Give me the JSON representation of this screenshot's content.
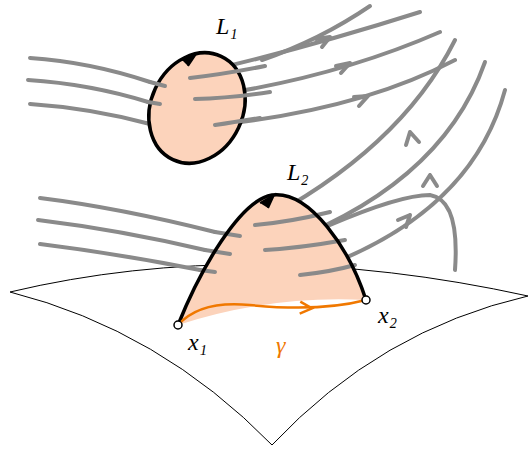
{
  "diagram": {
    "labels": [
      "L₁",
      "L₂",
      "x₁",
      "x₂",
      "γ"
    ]
  }
}
